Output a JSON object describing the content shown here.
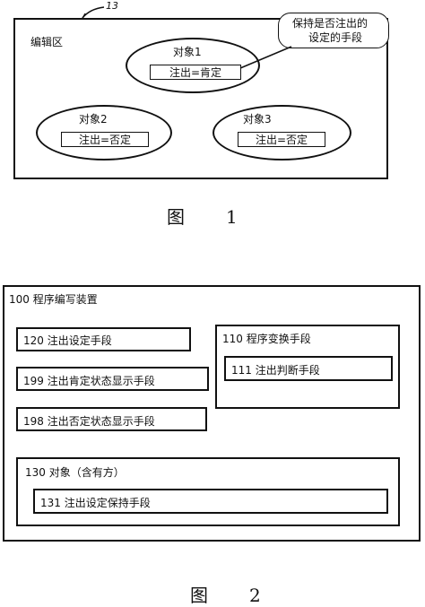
{
  "figure1": {
    "ref_number": "13",
    "edit_area_label": "编辑区",
    "objects": [
      {
        "title": "对象1",
        "status": "注出=肯定"
      },
      {
        "title": "对象2",
        "status": "注出=否定"
      },
      {
        "title": "对象3",
        "status": "注出=否定"
      }
    ],
    "callout_text": "保持是否注出的设定的手段",
    "callout_line1": "保持是否注出的",
    "callout_line2": "设定的手段",
    "caption": "图　　1"
  },
  "figure2": {
    "outer_label": "100 程序编写装置",
    "blocks": {
      "b120": "120 注出设定手段",
      "b199": "199 注出肯定状态显示手段",
      "b198": "198 注出否定状态显示手段",
      "b110": "110 程序变换手段",
      "b111": "111 注出判断手段",
      "b130": "130 对象（含有方）",
      "b131": "131 注出设定保持手段"
    },
    "caption": "图　　2"
  }
}
